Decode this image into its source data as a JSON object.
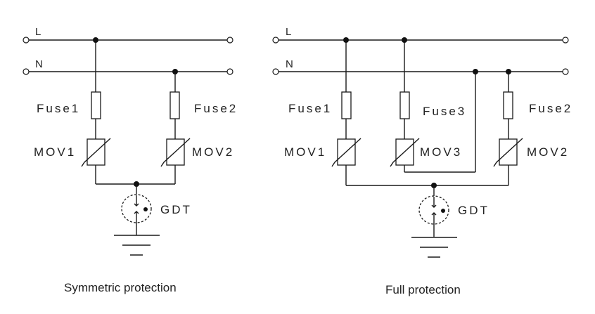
{
  "colors": {
    "line": "#1a1a1a",
    "background": "#ffffff",
    "text": "#222222"
  },
  "left_diagram": {
    "caption": "Symmetric protection",
    "line_L": "L",
    "line_N": "N",
    "fuse1": "Fuse1",
    "fuse2": "Fuse2",
    "mov1": "MOV1",
    "mov2": "MOV2",
    "gdt": "GDT"
  },
  "right_diagram": {
    "caption": "Full protection",
    "line_L": "L",
    "line_N": "N",
    "fuse1": "Fuse1",
    "fuse3": "Fuse3",
    "fuse2": "Fuse2",
    "mov1": "MOV1",
    "mov3": "MOV3",
    "mov2": "MOV2",
    "gdt": "GDT"
  }
}
